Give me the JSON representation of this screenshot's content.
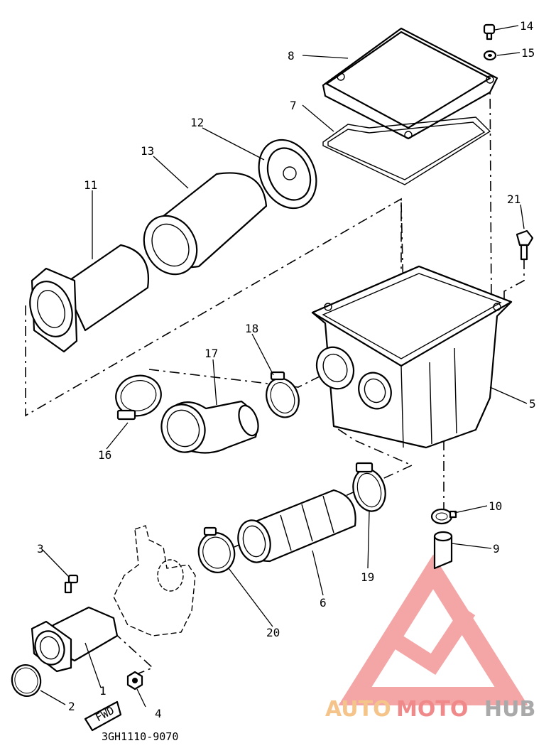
{
  "labels": {
    "p1": "1",
    "p2": "2",
    "p3": "3",
    "p4": "4",
    "p5": "5",
    "p6": "6",
    "p7": "7",
    "p8": "8",
    "p9": "9",
    "p10": "10",
    "p11": "11",
    "p12": "12",
    "p13": "13",
    "p14": "14",
    "p15": "15",
    "p16": "16",
    "p17": "17",
    "p18": "18",
    "p19": "19",
    "p20": "20",
    "p21": "21"
  },
  "direction_arrow": "FWD",
  "drawing_code": "3GH1110-9070",
  "watermark": {
    "part1": "AUTO",
    "part2": "MOTO",
    "part3": "HUB",
    "color_auto": "#f5c48a",
    "color_moto": "#f08a8a",
    "color_hub": "#a9a9a9",
    "logo_color": "#f4a6a6"
  }
}
